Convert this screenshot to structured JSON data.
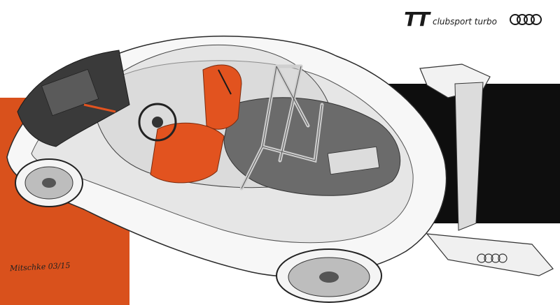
{
  "brand": {
    "model": "TT",
    "subtitle": "clubsport turbo",
    "logo": "four-rings-logo"
  },
  "signature": "Mitschke 03/15",
  "colors": {
    "accent_orange": "#d9511c",
    "panel_black": "#0e0e0e",
    "background": "#ffffff",
    "seat_orange": "#e2531f"
  },
  "illustration": {
    "subject": "car-cutaway-sketch"
  }
}
